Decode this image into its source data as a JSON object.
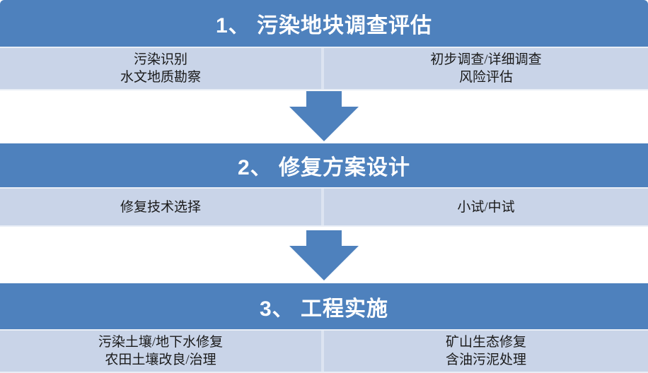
{
  "colors": {
    "header_bg": "#4E81BD",
    "band_bg": "#C9D4E8",
    "arrow_color": "#4E81BD",
    "divider_color": "#DCE4F1",
    "edge_color": "#E9EEF6",
    "header_text": "#FFFFFF",
    "cell_text": "#1A1A1A"
  },
  "icons": {
    "down_arrow": "solid-blue-down-arrow-css-polygon"
  },
  "sections": [
    {
      "title": "1、 污染地块调查评估",
      "left": [
        "污染识别",
        "水文地质勘察"
      ],
      "right": [
        "初步调查/详细调查",
        "风险评估"
      ]
    },
    {
      "title": "2、 修复方案设计",
      "left": [
        "修复技术选择"
      ],
      "right": [
        "小试/中试"
      ]
    },
    {
      "title": "3、 工程实施",
      "left": [
        "污染土壤/地下水修复",
        "农田土壤改良/治理"
      ],
      "right": [
        "矿山生态修复",
        "含油污泥处理"
      ]
    }
  ]
}
